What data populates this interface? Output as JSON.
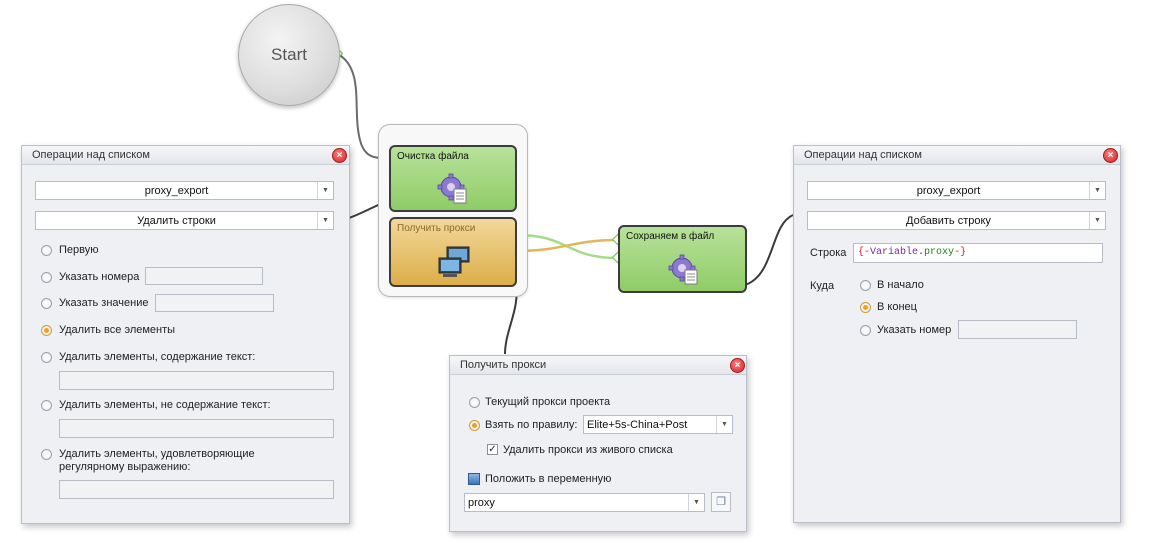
{
  "canvas": {
    "start_node": {
      "label": "Start"
    },
    "nodes": {
      "clear_file": {
        "title": "Очистка файла",
        "icon": "gear-document-icon"
      },
      "get_proxy": {
        "title": "Получить прокси",
        "icon": "computers-icon"
      },
      "save_to_file": {
        "title": "Сохраняем в файл",
        "icon": "gear-document-icon"
      }
    },
    "colors": {
      "green_node": "#8fcc67",
      "orange_node": "#dcae4a",
      "wire": "#555555",
      "wire_green": "#a6dc88",
      "wire_orange": "#e0b85a"
    }
  },
  "left_panel": {
    "title": "Операции над списком",
    "list_select": "proxy_export",
    "operation_select": "Удалить строки",
    "options": [
      {
        "label": "Первую",
        "checked": false
      },
      {
        "label": "Указать номера",
        "checked": false,
        "field_value": ""
      },
      {
        "label": "Указать значение",
        "checked": false,
        "field_value": ""
      },
      {
        "label": "Удалить все элементы",
        "checked": true
      },
      {
        "label": "Удалить элементы, содержание текст:",
        "checked": false,
        "field_value": ""
      },
      {
        "label": "Удалить элементы, не содержание текст:",
        "checked": false,
        "field_value": ""
      },
      {
        "label": "Удалить элементы, удовлетворяющие",
        "label2": "регулярному выражению:",
        "checked": false,
        "field_value": ""
      }
    ]
  },
  "middle_panel": {
    "title": "Получить прокси",
    "opt_current": "Текущий прокси проекта",
    "opt_rule": "Взять по правилу:",
    "rule_value": "Elite+5s-China+Post",
    "remove_live": "Удалить прокси из живого списка",
    "remove_live_checked": true,
    "save_to_var": "Положить в переменную",
    "variable": "proxy"
  },
  "right_panel": {
    "title": "Операции над списком",
    "list_select": "proxy_export",
    "operation_select": "Добавить строку",
    "row_label": "Строка",
    "row_value_open": "{-",
    "row_value_var": "Variable",
    "row_value_dot": ".",
    "row_value_name": "proxy",
    "row_value_close": "-}",
    "where_label": "Куда",
    "where_options": [
      {
        "label": "В начало",
        "checked": false
      },
      {
        "label": "В конец",
        "checked": true
      },
      {
        "label": "Указать номер",
        "checked": false,
        "field_value": ""
      }
    ]
  }
}
